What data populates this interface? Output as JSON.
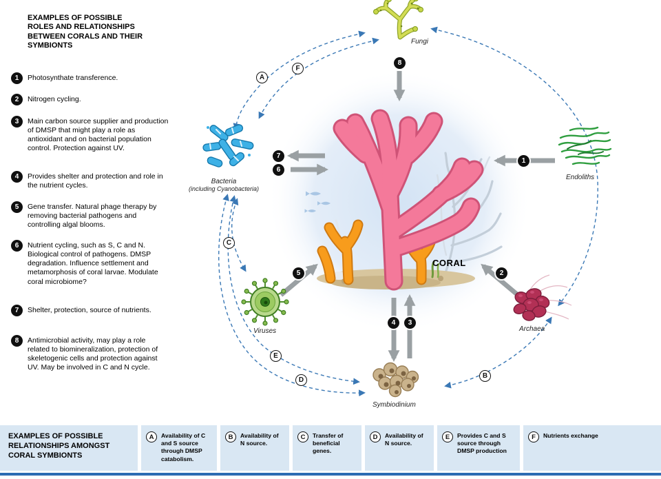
{
  "left_panel": {
    "title": "EXAMPLES OF POSSIBLE ROLES AND RELATIONSHIPS BETWEEN CORALS AND THEIR SYMBIONTS",
    "items": [
      {
        "num": "1",
        "text": "Photosynthate transference."
      },
      {
        "num": "2",
        "text": "Nitrogen cycling."
      },
      {
        "num": "3",
        "text": "Main carbon source supplier and production of DMSP that might play a role as antioxidant and on bacterial population control. Protection against UV."
      },
      {
        "num": "4",
        "text": "Provides shelter and protection and role in the nutrient cycles."
      },
      {
        "num": "5",
        "text": "Gene transfer. Natural phage therapy by removing bacterial pathogens and controlling algal blooms."
      },
      {
        "num": "6",
        "text": "Nutrient cycling, such as S, C and N. Biological control of pathogens. DMSP degradation. Influence settlement and metamorphosis of coral larvae. Modulate coral microbiome?"
      },
      {
        "num": "7",
        "text": "Shelter, protection, source of nutrients."
      },
      {
        "num": "8",
        "text": "Antimicrobial activity, may play a role related to biomineralization, protection of skeletogenic cells and protection against UV. May be involved in C and N cycle."
      }
    ]
  },
  "diagram": {
    "center_label": "CORAL",
    "labels": {
      "fungi": "Fungi",
      "endoliths": "Endoliths",
      "archaea": "Archaea",
      "symbiodinium": "Symbiodinium",
      "viruses": "Viruses",
      "bacteria_line1": "Bacteria",
      "bacteria_line2": "(including Cyanobacteria)"
    },
    "numbers": {
      "n1": "1",
      "n2": "2",
      "n3": "3",
      "n4": "4",
      "n5": "5",
      "n6": "6",
      "n7": "7",
      "n8": "8"
    },
    "letters": {
      "A": "A",
      "B": "B",
      "C": "C",
      "D": "D",
      "E": "E",
      "F": "F"
    }
  },
  "legend": {
    "title": "EXAMPLES OF POSSIBLE RELATIONSHIPS AMONGST CORAL SYMBIONTS",
    "items": [
      {
        "letter": "A",
        "text": "Availability of C and S source through DMSP catabolism."
      },
      {
        "letter": "B",
        "text": "Availability of N source."
      },
      {
        "letter": "C",
        "text": "Transfer of beneficial genes."
      },
      {
        "letter": "D",
        "text": "Availability of N source."
      },
      {
        "letter": "E",
        "text": "Provides C and S source through DMSP production"
      },
      {
        "letter": "F",
        "text": "Nutrients exchange"
      }
    ]
  },
  "colors": {
    "accent_blue": "#2d6cb3",
    "legend_bg": "#d9e7f3",
    "dashed_arc": "#3a78b5",
    "arrow_gray": "#9aa0a3",
    "coral_pink": "#f4799a",
    "coral_orange": "#f89c1c",
    "bacteria_blue": "#3eb1e6",
    "virus_green": "#86bb4e",
    "archaea_red": "#b23055",
    "symbiodinium_tan": "#cab38c",
    "marker_black": "#101010"
  }
}
